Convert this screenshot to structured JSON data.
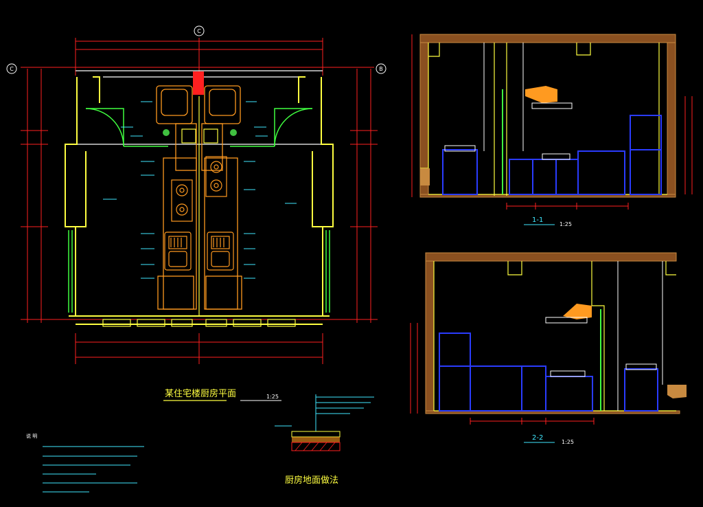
{
  "plan": {
    "title": "某住宅楼厨房平面",
    "scale": "1:25",
    "axis_top": "C",
    "axis_left": "C",
    "axis_right": "B"
  },
  "section_1": {
    "title": "1-1",
    "scale": "1:25"
  },
  "section_2": {
    "title": "2-2",
    "scale": "1:25"
  },
  "floor_detail": {
    "title": "厨房地面做法"
  },
  "notes": {
    "heading": "说 明"
  },
  "colors": {
    "background": "#000000",
    "dimension": "#ff2020",
    "wall": "#ffff40",
    "window": "#40ff40",
    "fixture": "#ff9a20",
    "cabinet": "#2a3cff",
    "hatch": "#c88a40",
    "white": "#ffffff",
    "text_cyan": "#40e8ff"
  },
  "icons": [
    "axis-bubble-icon",
    "sink-icon",
    "stove-icon",
    "range-hood-icon",
    "door-swing-icon"
  ]
}
